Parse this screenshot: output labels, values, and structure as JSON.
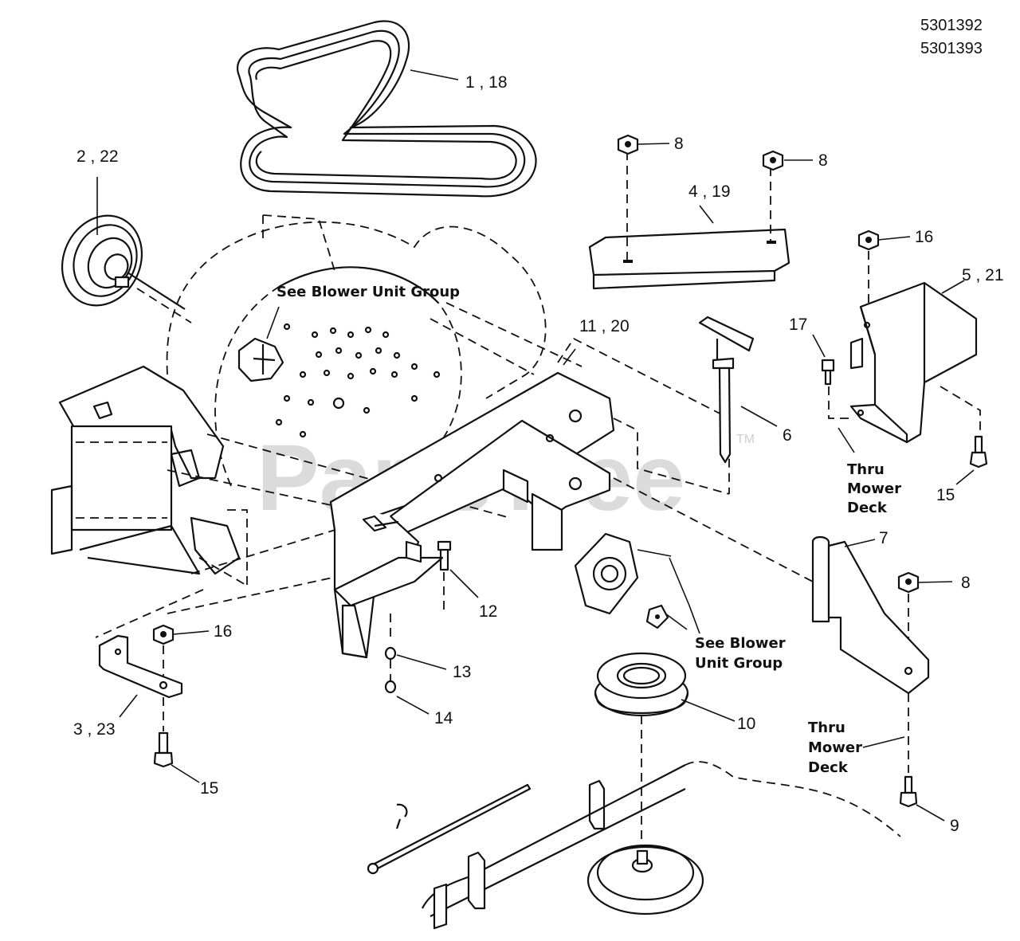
{
  "model_numbers": [
    "5301392",
    "5301393"
  ],
  "watermark": {
    "text": "PartsTree",
    "tm": "TM"
  },
  "callouts": [
    {
      "id": "c-1-18",
      "text": "1 , 18"
    },
    {
      "id": "c-2-22",
      "text": "2 , 22"
    },
    {
      "id": "c-8a",
      "text": "8"
    },
    {
      "id": "c-8b",
      "text": "8"
    },
    {
      "id": "c-4-19",
      "text": "4 , 19"
    },
    {
      "id": "c-16a",
      "text": "16"
    },
    {
      "id": "c-5-21",
      "text": "5 , 21"
    },
    {
      "id": "c-11-20",
      "text": "11 , 20"
    },
    {
      "id": "c-17",
      "text": "17"
    },
    {
      "id": "c-6",
      "text": "6"
    },
    {
      "id": "c-15a",
      "text": "15"
    },
    {
      "id": "c-7",
      "text": "7"
    },
    {
      "id": "c-8c",
      "text": "8"
    },
    {
      "id": "c-12",
      "text": "12"
    },
    {
      "id": "c-16b",
      "text": "16"
    },
    {
      "id": "c-13",
      "text": "13"
    },
    {
      "id": "c-14",
      "text": "14"
    },
    {
      "id": "c-10",
      "text": "10"
    },
    {
      "id": "c-3-23",
      "text": "3 , 23"
    },
    {
      "id": "c-15b",
      "text": "15"
    },
    {
      "id": "c-9",
      "text": "9"
    }
  ],
  "notes": {
    "see_blower_top": "See Blower Unit Group",
    "see_blower_right_1": "See Blower",
    "see_blower_right_2": "Unit Group",
    "thru_a_1": "Thru",
    "thru_a_2": "Mower",
    "thru_a_3": "Deck",
    "thru_b_1": "Thru",
    "thru_b_2": "Mower",
    "thru_b_3": "Deck"
  }
}
